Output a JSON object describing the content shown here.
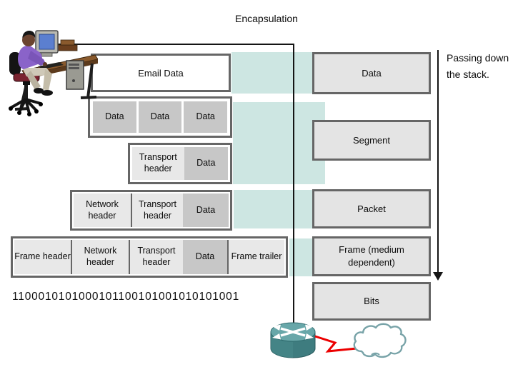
{
  "title": "Encapsulation",
  "note": {
    "line1": "Passing down",
    "line2": "the stack."
  },
  "stack": {
    "email": "Email Data",
    "data_cells": [
      "Data",
      "Data",
      "Data"
    ],
    "segment_row": {
      "transport_header": "Transport header",
      "data": "Data"
    },
    "packet_row": {
      "network_header": "Network header",
      "transport_header": "Transport header",
      "data": "Data"
    },
    "frame_row": {
      "frame_header": "Frame header",
      "network_header": "Network header",
      "transport_header": "Transport header",
      "data": "Data",
      "frame_trailer": "Frame trailer"
    }
  },
  "pdu": {
    "data": "Data",
    "segment": "Segment",
    "packet": "Packet",
    "frame": "Frame (medium dependent)",
    "bits": "Bits"
  },
  "bit_stream": "1100010101000101100101001010101001",
  "icons": {
    "user": "user-at-workstation-icon",
    "router": "router-icon",
    "cloud": "network-cloud-icon",
    "link": "serial-link-bolt-icon"
  },
  "colors": {
    "band_teal": "#cde6e2",
    "cell_dark": "#c7c7c7",
    "cell_light": "#e8e8e8",
    "pdu_fill": "#e4e4e4",
    "border_gray": "#666666",
    "bolt_red": "#ec0000",
    "router_teal": "#3e7c7f"
  }
}
